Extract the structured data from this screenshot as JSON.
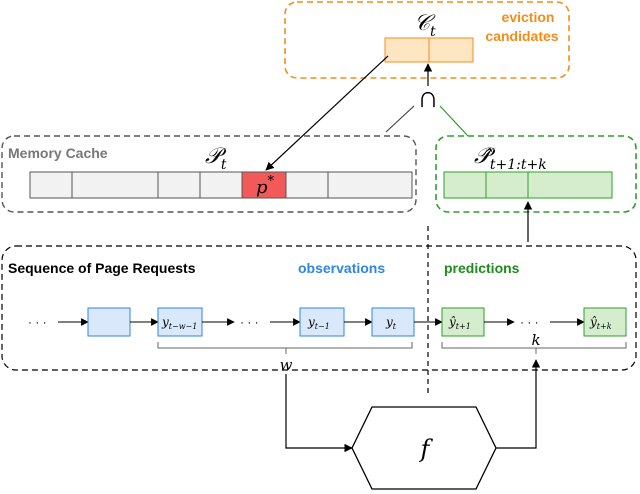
{
  "colors": {
    "orange": "#f48c1a",
    "orange_fill": "#ffe6c2",
    "green": "#2aa02a",
    "green_dark": "#1e8c1e",
    "green_fill": "#d5eccd",
    "blue": "#2f86e0",
    "blue_fill": "#d9e8fb",
    "red_fill": "#f25a5a",
    "gray_fill": "#f2f2f2",
    "gray_border": "#555555"
  },
  "eviction": {
    "symbol": "𝒞",
    "subscript": "t",
    "label_line1": "eviction",
    "label_line2": "candidates"
  },
  "intersect_symbol": "∩",
  "memory": {
    "label": "Memory Cache",
    "symbol": "𝒫",
    "subscript": "t",
    "highlight_symbol": "p",
    "highlight_sup": "*"
  },
  "predicted_set": {
    "symbol": "𝒫̂",
    "subscript": "t+1:t+k"
  },
  "sequence": {
    "label": "Sequence of Page Requests",
    "observations_label": "observations",
    "predictions_label": "predictions",
    "ellipsis": "· · ·",
    "y_w": "y",
    "y_w_sub": "t−w−1",
    "y_t1": "y",
    "y_t1_sub": "t−1",
    "y_t": "y",
    "y_t_sub": "t",
    "yhat_1": "ŷ",
    "yhat_1_sub": "t+1",
    "yhat_k": "ŷ",
    "yhat_k_sub": "t+k",
    "w_label": "w",
    "k_label": "k"
  },
  "model": {
    "symbol": "f"
  }
}
